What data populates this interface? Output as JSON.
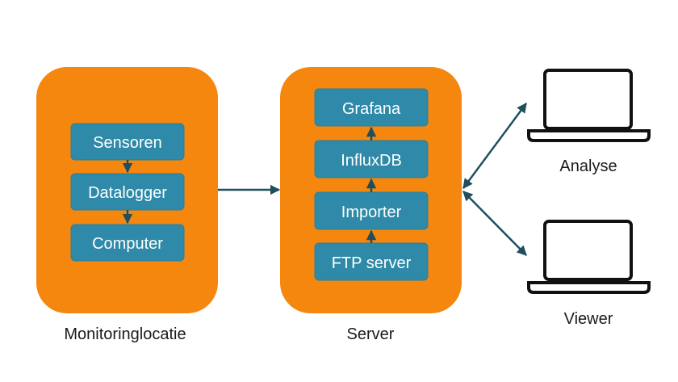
{
  "groups": {
    "monitoring": {
      "label": "Monitoringlocatie",
      "nodes": [
        "Sensoren",
        "Datalogger",
        "Computer"
      ]
    },
    "server": {
      "label": "Server",
      "nodes": [
        "Grafana",
        "InfluxDB",
        "Importer",
        "FTP server"
      ]
    }
  },
  "clients": [
    {
      "label": "Analyse",
      "icon": "laptop-icon"
    },
    {
      "label": "Viewer",
      "icon": "laptop-icon"
    }
  ],
  "colors": {
    "group_fill": "#f5870f",
    "node_fill": "#2e8aa8",
    "edge": "#1f4f5e",
    "text": "#1a1a1a"
  }
}
